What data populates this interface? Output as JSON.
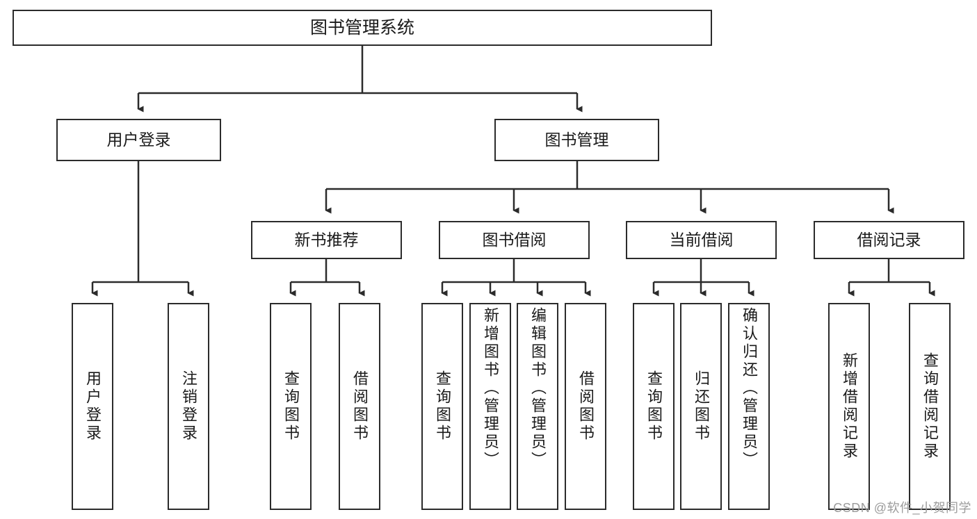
{
  "diagram": {
    "title": "图书管理系统",
    "type": "hierarchy-tree",
    "colors": {
      "box_border": "#2b2b2b",
      "box_fill": "#ffffff",
      "connector": "#2b2b2b",
      "text": "#1a1a1a",
      "watermark": "#9c9c9c",
      "background": "#ffffff"
    },
    "root": {
      "label": "图书管理系统"
    },
    "level2": [
      {
        "label": "用户登录"
      },
      {
        "label": "图书管理"
      }
    ],
    "level3": [
      {
        "label": "新书推荐"
      },
      {
        "label": "图书借阅"
      },
      {
        "label": "当前借阅"
      },
      {
        "label": "借阅记录"
      }
    ],
    "leaves": {
      "user_login": [
        {
          "label": "用户登录"
        },
        {
          "label": "注销登录"
        }
      ],
      "new_book_recommend": [
        {
          "label": "查询图书"
        },
        {
          "label": "借阅图书"
        }
      ],
      "book_borrow": [
        {
          "label": "查询图书"
        },
        {
          "label": "新增图书（管理员）"
        },
        {
          "label": "编辑图书（管理员）"
        },
        {
          "label": "借阅图书"
        }
      ],
      "current_borrow": [
        {
          "label": "查询图书"
        },
        {
          "label": "归还图书"
        },
        {
          "label": "确认归还（管理员）"
        }
      ],
      "borrow_record": [
        {
          "label": "新增借阅记录"
        },
        {
          "label": "查询借阅记录"
        }
      ]
    },
    "watermark": "CSDN @软件_小贺同学"
  }
}
